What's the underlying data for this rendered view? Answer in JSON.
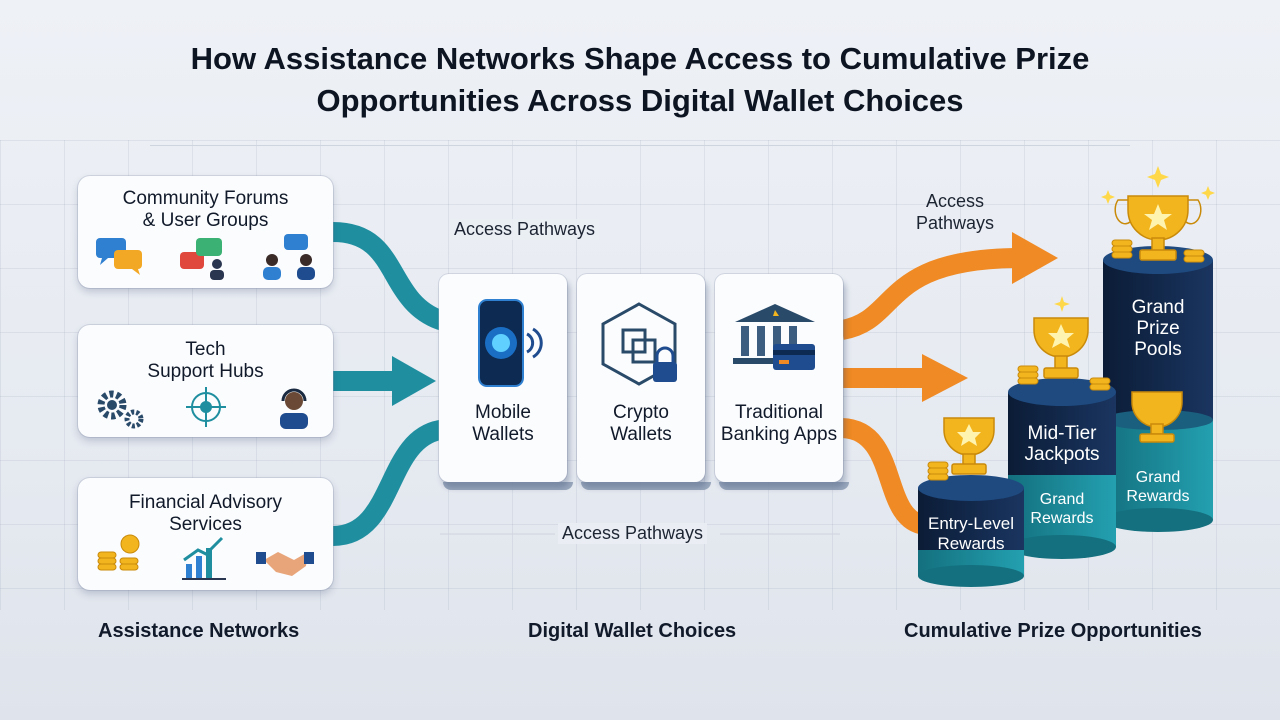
{
  "title": {
    "line1": "How Assistance Networks Shape Access to Cumulative Prize",
    "line2": "Opportunities Across Digital Wallet Choices"
  },
  "networks": [
    {
      "label_lines": [
        "Community Forums",
        "& User Groups"
      ],
      "icons": [
        "chat-bubbles-icon",
        "chat-person-icon",
        "users-chat-icon"
      ]
    },
    {
      "label_lines": [
        "Tech",
        "Support Hubs"
      ],
      "icons": [
        "gears-icon",
        "circuit-brain-icon",
        "headset-agent-icon"
      ]
    },
    {
      "label_lines": [
        "Financial Advisory",
        "Services"
      ],
      "icons": [
        "coin-stacks-icon",
        "growth-chart-icon",
        "handshake-icon"
      ]
    }
  ],
  "wallets": [
    {
      "label_lines": [
        "Mobile",
        "Wallets"
      ],
      "icon": "smartphone-nfc-icon"
    },
    {
      "label_lines": [
        "Crypto",
        "Wallets"
      ],
      "icon": "blockchain-lock-icon"
    },
    {
      "label_lines": [
        "Traditional",
        "Banking Apps"
      ],
      "icon": "bank-card-icon"
    }
  ],
  "pathway_labels": {
    "top_middle": "Access Pathways",
    "bottom_middle": "Access Pathways",
    "right_top_lines": [
      "Access",
      "Pathways"
    ]
  },
  "prizes": {
    "entry": [
      "Entry-Level",
      "Rewards"
    ],
    "mid": [
      "Mid-Tier",
      "Jackpots"
    ],
    "mid_sub": [
      "Grand",
      "Rewards"
    ],
    "grand": [
      "Grand",
      "Prize",
      "Pools"
    ],
    "grand_sub": [
      "Grand",
      "Rewards"
    ]
  },
  "sections": {
    "left": "Assistance Networks",
    "middle": "Digital Wallet Choices",
    "right": "Cumulative Prize Opportunities"
  },
  "colors": {
    "teal": "#1f8fa0",
    "orange": "#f08a24",
    "navy": "#0f2442",
    "gold": "#f2b51e"
  }
}
